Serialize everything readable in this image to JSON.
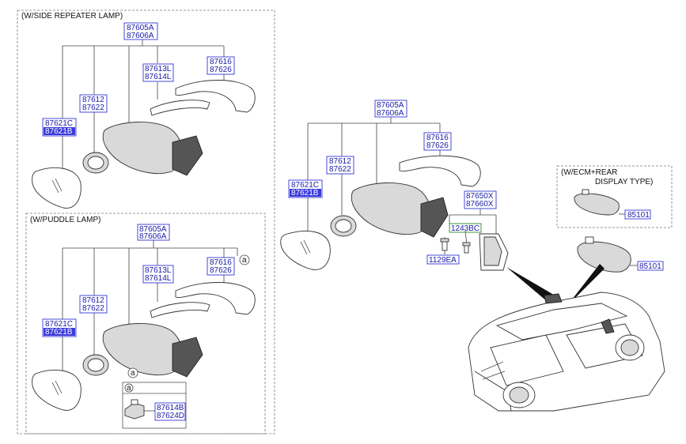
{
  "sections": {
    "side_repeater": "(W/SIDE REPEATER LAMP)",
    "puddle": "(W/PUDDLE LAMP)",
    "ecm": [
      "(W/ECM+REAR",
      "DISPLAY TYPE)"
    ]
  },
  "callout_marker": "a",
  "top_left": {
    "assembly": [
      "87605A",
      "87606A"
    ],
    "cover": [
      "87616",
      "87626"
    ],
    "repeater": [
      "87613L",
      "87614L"
    ],
    "actuator": [
      "87612",
      "87622"
    ],
    "glass": [
      "87621C",
      "87621B"
    ]
  },
  "bottom_left": {
    "assembly": [
      "87605A",
      "87606A"
    ],
    "cover": [
      "87616",
      "87626"
    ],
    "repeater": [
      "87613L",
      "87614L"
    ],
    "actuator": [
      "87612",
      "87622"
    ],
    "glass": [
      "87621C",
      "87621B"
    ],
    "puddle_lamp": [
      "87614B",
      "87624D"
    ]
  },
  "center": {
    "assembly": [
      "87605A",
      "87606A"
    ],
    "cover": [
      "87616",
      "87626"
    ],
    "actuator": [
      "87612",
      "87622"
    ],
    "glass": [
      "87621C",
      "87621B"
    ],
    "garnish": [
      "87650X",
      "87660X"
    ],
    "screw": "1243BC",
    "bolt": "1129EA"
  },
  "right": {
    "inside_mirror_ecm": "85101",
    "inside_mirror": "85101"
  },
  "colors": {
    "label_text": "#1a1aa8",
    "label_box": "#3535d8",
    "label_highlight": "#3b3bdc",
    "screw_box": "#2e8b2e"
  }
}
